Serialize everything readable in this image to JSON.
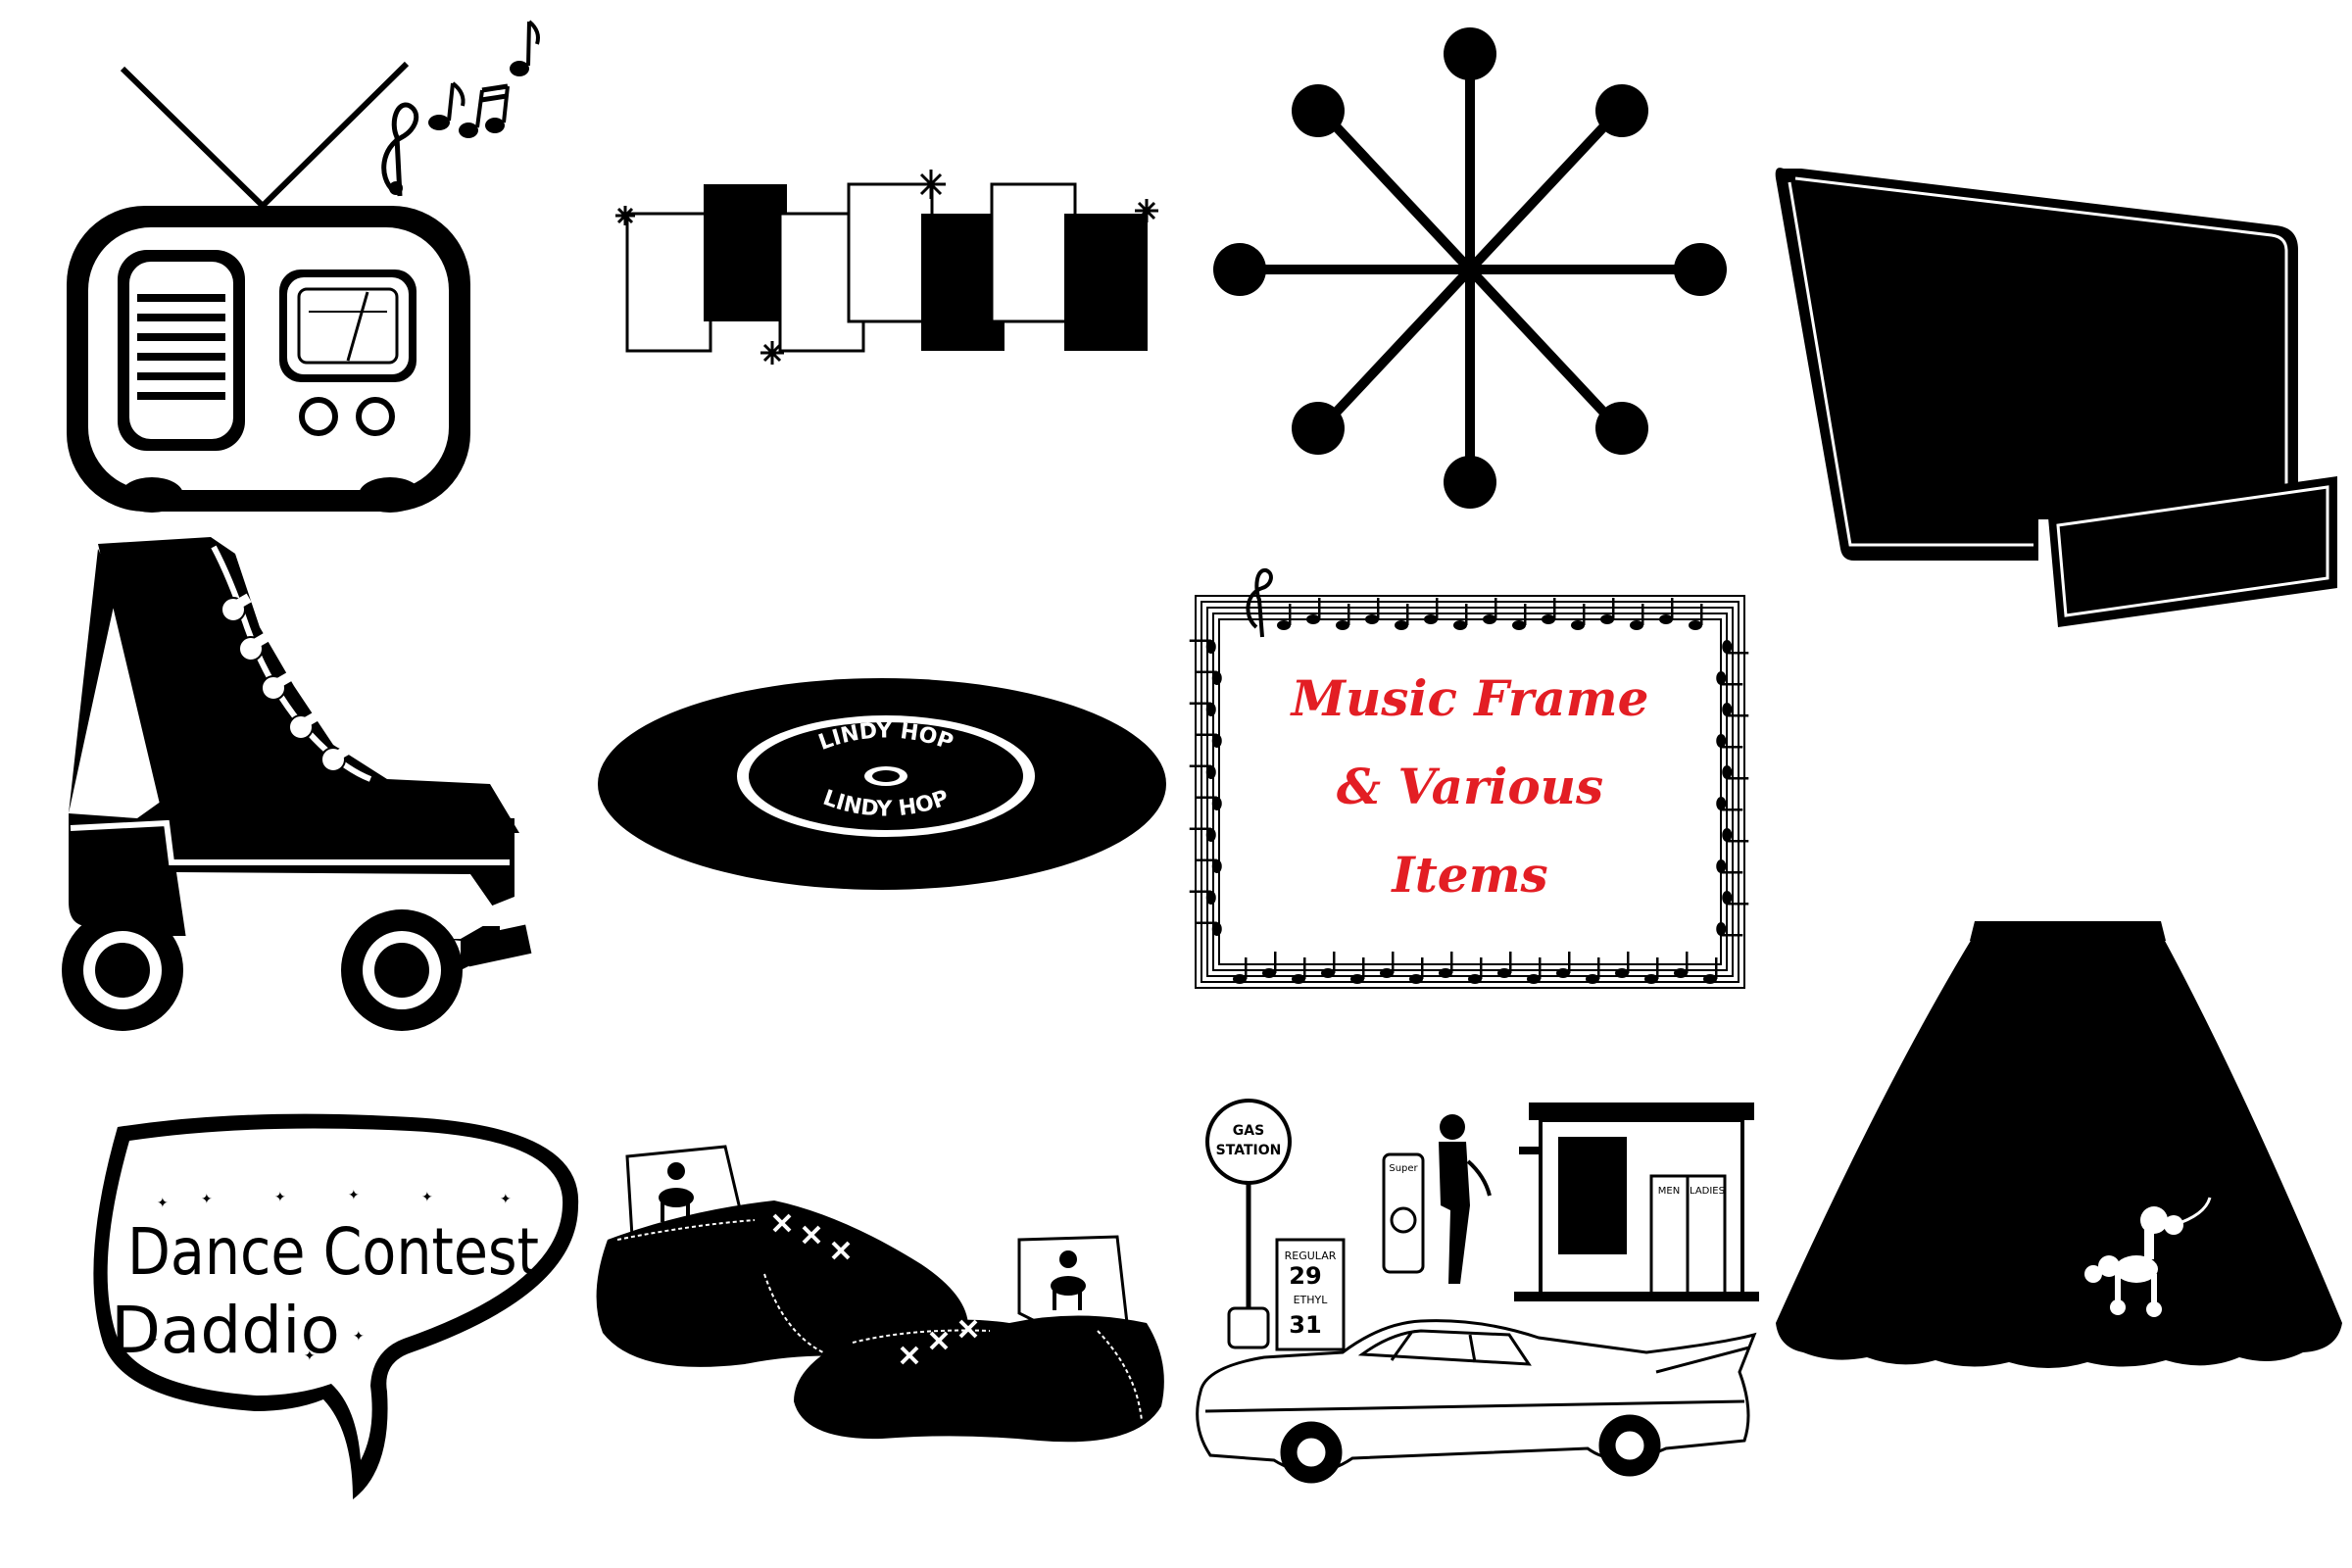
{
  "items": {
    "radio": {
      "icon": "retro-radio-tv-icon"
    },
    "music_notes": {
      "icon": "music-notes-icon"
    },
    "piano_banner": {
      "icon": "diamond-checker-banner-icon"
    },
    "atomic_star": {
      "icon": "atomic-starburst-icon"
    },
    "retro_sign": {
      "icon": "googie-sign-icon"
    },
    "roller_skate": {
      "icon": "roller-skate-icon"
    },
    "vinyl_record": {
      "label_top": "LINDY HOP",
      "label_bottom": "LINDY HOP",
      "icon": "vinyl-record-icon"
    },
    "music_frame": {
      "line1": "Music Frame",
      "line2": "& Various",
      "line3": "Items",
      "text_color": "#e31e24",
      "icon": "music-staff-frame-icon"
    },
    "poodle_skirt": {
      "icon": "poodle-skirt-icon"
    },
    "dance_contest": {
      "line1": "Dance Contest",
      "line2": "Daddio",
      "icon": "speech-bubble-icon"
    },
    "saddle_shoes": {
      "icon": "poodle-saddle-shoes-icon"
    },
    "gas_station": {
      "sign_line1": "GAS",
      "sign_line2": "STATION",
      "price_regular_label": "REGULAR",
      "price_regular": "29",
      "price_ethyl_label": "ETHYL",
      "price_ethyl": "31",
      "cents": "¢",
      "pump_brand": "Super",
      "door_men": "MEN",
      "door_ladies": "LADIES",
      "icon": "gas-station-icon"
    },
    "classic_car": {
      "icon": "classic-car-icon"
    }
  },
  "colors": {
    "ink": "#000000",
    "paper": "#ffffff",
    "accent": "#e31e24"
  }
}
